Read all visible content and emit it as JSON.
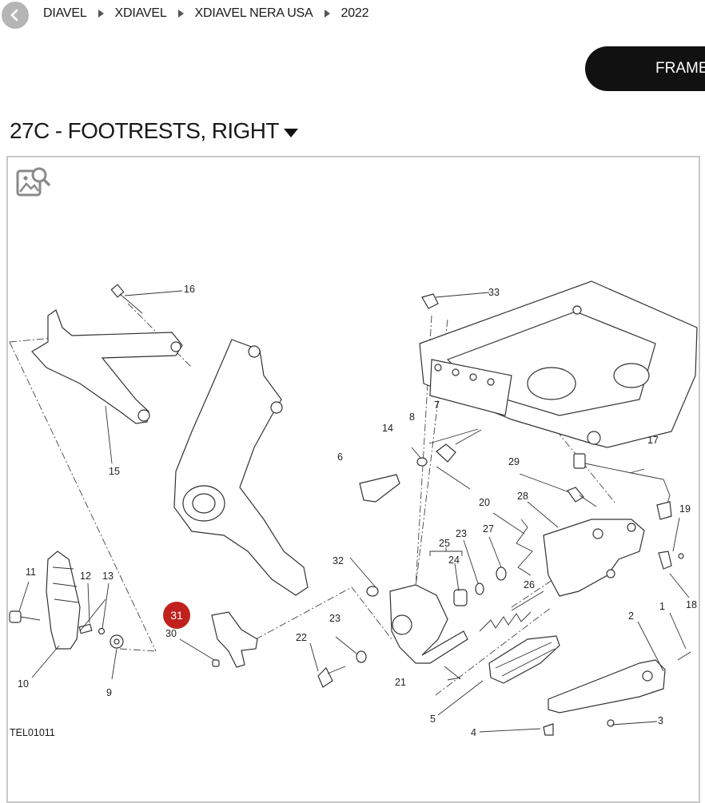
{
  "breadcrumb": [
    "DIAVEL",
    "XDIAVEL",
    "XDIAVEL NERA USA",
    "2022"
  ],
  "section_button": "FRAME",
  "title": "27C - FOOTRESTS, RIGHT",
  "diagram": {
    "drawing_code": "TEL01011",
    "highlighted": "31",
    "labels": [
      "1",
      "2",
      "3",
      "4",
      "5",
      "6",
      "7",
      "8",
      "9",
      "10",
      "11",
      "12",
      "13",
      "14",
      "15",
      "16",
      "17",
      "18",
      "19",
      "20",
      "21",
      "22",
      "23",
      "23",
      "24",
      "25",
      "26",
      "27",
      "28",
      "29",
      "30",
      "31",
      "32",
      "33"
    ]
  }
}
